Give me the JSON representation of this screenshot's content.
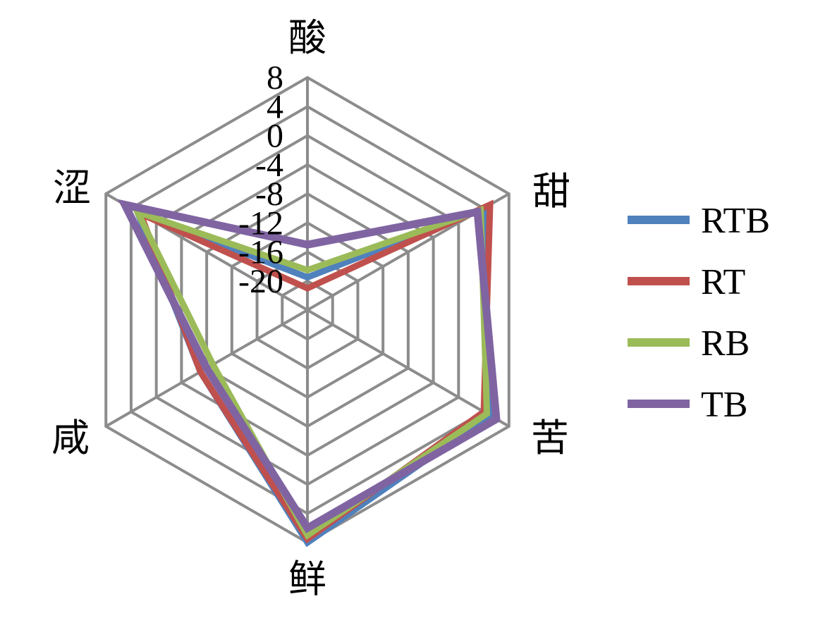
{
  "chart_data": {
    "type": "radar",
    "axes": [
      "酸",
      "甜",
      "苦",
      "鲜",
      "咸",
      "涩"
    ],
    "tick_labels": [
      "8",
      "4",
      "0",
      "-4",
      "-8",
      "-12",
      "-16",
      "-20"
    ],
    "range": [
      -24,
      8
    ],
    "grid": true,
    "legend_position": "right",
    "series": [
      {
        "name": "RTB",
        "color": "#4F81BD",
        "values": [
          -19.5,
          4,
          5,
          8,
          -7,
          3
        ]
      },
      {
        "name": "RT",
        "color": "#C0504D",
        "values": [
          -21,
          5,
          4,
          7.5,
          -7,
          2.5
        ]
      },
      {
        "name": "RB",
        "color": "#9BBB59",
        "values": [
          -18.5,
          3.5,
          4.5,
          7,
          -9,
          3
        ]
      },
      {
        "name": "TB",
        "color": "#8064A2",
        "values": [
          -15,
          3,
          6,
          6,
          -8,
          5
        ]
      }
    ]
  }
}
